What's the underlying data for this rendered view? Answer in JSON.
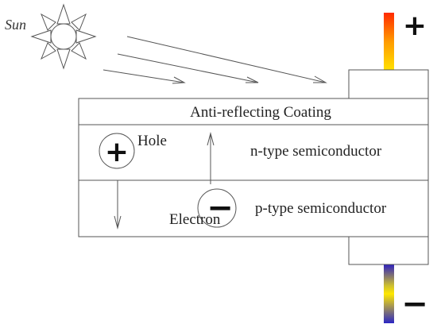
{
  "sun": {
    "label": "Sun"
  },
  "layers": {
    "coating": "Anti-reflecting Coating",
    "n_type": "n-type semiconductor",
    "p_type": "p-type semiconductor"
  },
  "carriers": {
    "hole": {
      "label": "Hole",
      "symbol": "+"
    },
    "electron": {
      "label": "Electron",
      "symbol": "−"
    }
  },
  "terminals": {
    "positive": {
      "symbol": "+",
      "gradient": [
        "#ff2a00",
        "#ff9a00",
        "#ffe000"
      ]
    },
    "negative": {
      "symbol": "−",
      "gradient": [
        "#2d1fbf",
        "#c9bb33",
        "#ffe800",
        "#2b26c4"
      ]
    }
  },
  "colors": {
    "stroke": "#555555",
    "text": "#222222"
  }
}
